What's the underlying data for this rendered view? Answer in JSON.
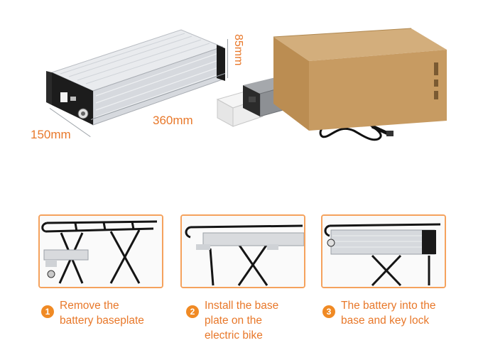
{
  "dimensions": {
    "length": "360mm",
    "width": "150mm",
    "height": "85mm"
  },
  "steps": [
    {
      "number": "1",
      "text": "Remove the\nbattery baseplate"
    },
    {
      "number": "2",
      "text": "Install the base\nplate on the\nelectric bike"
    },
    {
      "number": "3",
      "text": "The battery into the\nbase and key lock"
    }
  ],
  "icons": {
    "battery": "rear-rack-battery-image",
    "charger": "charger-image",
    "box": "cardboard-box-image"
  },
  "colors": {
    "accent": "#f08a24",
    "text_accent": "#e8782a",
    "frame_border": "#f5a25d"
  }
}
